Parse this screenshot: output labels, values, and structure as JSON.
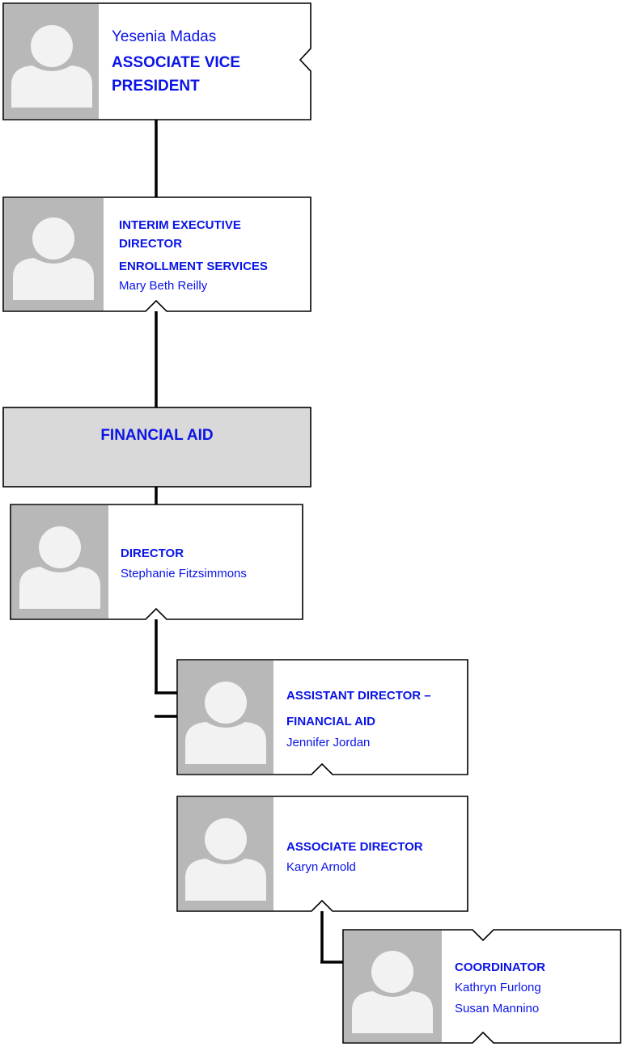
{
  "colors": {
    "text": "#0a14e6",
    "photo_bg": "#b8b8b8",
    "avatar": "#f2f2f2",
    "department_fill": "#d9d9d9",
    "line": "#000000"
  },
  "cards": {
    "avp": {
      "name": "Yesenia Madas",
      "title_line1": "ASSOCIATE VICE",
      "title_line2": "PRESIDENT"
    },
    "interim": {
      "title_line1": "INTERIM EXECUTIVE",
      "title_line2": "DIRECTOR",
      "title_line3": "ENROLLMENT SERVICES",
      "name": "Mary Beth Reilly"
    },
    "director": {
      "title": "DIRECTOR",
      "name": "Stephanie Fitzsimmons"
    },
    "assistant": {
      "title_line1": "ASSISTANT DIRECTOR –",
      "title_line2": "FINANCIAL AID",
      "name": "Jennifer Jordan"
    },
    "associate": {
      "title": "ASSOCIATE DIRECTOR",
      "name": "Karyn Arnold"
    },
    "coordinator": {
      "title": "COORDINATOR",
      "name1": "Kathryn Furlong",
      "name2": "Susan Mannino"
    }
  },
  "department": {
    "label": "FINANCIAL AID"
  },
  "icons": {
    "avatar": "person-silhouette-icon"
  }
}
